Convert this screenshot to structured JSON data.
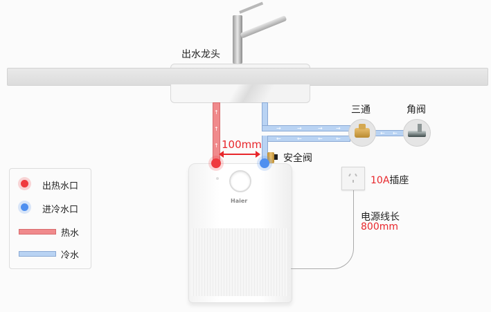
{
  "labels": {
    "faucet": "出水龙头",
    "tee": "三通",
    "angle_valve": "角阀",
    "safety_valve": "安全阀",
    "distance": "100mm",
    "socket_amp": "10A",
    "socket_text": "插座",
    "cord_label": "电源线长",
    "cord_length": "800mm",
    "brand": "Haier"
  },
  "legend": {
    "items": [
      {
        "label": "出热水口",
        "kind": "hot-dot"
      },
      {
        "label": "进冷水口",
        "kind": "cold-dot"
      },
      {
        "label": "热水",
        "kind": "hot-pipe"
      },
      {
        "label": "冷水",
        "kind": "cold-pipe"
      }
    ]
  },
  "colors": {
    "hot": "#ef3b3f",
    "cold": "#4f8ff0",
    "hot_pipe": "#f08a8c",
    "cold_pipe": "#b9d3f3",
    "accent_text": "#e8262b"
  },
  "arrows": {
    "up": "↑",
    "right": "→",
    "left": "←",
    "dim": "⟷"
  }
}
